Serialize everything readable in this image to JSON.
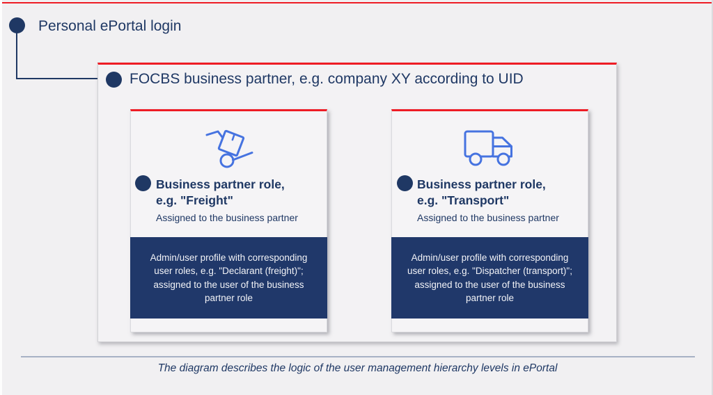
{
  "colors": {
    "navy": "#1f3864",
    "red_accent": "#ee1c25",
    "icon_blue": "#4673e0",
    "admin_box_bg": "#20386a",
    "admin_box_text": "#f2f3f7",
    "divider": "#a7b1c5",
    "slide_bg": "#f1f0f2",
    "panel_bg": "#f3f2f4",
    "card_bg": "#f5f4f6"
  },
  "root": {
    "label": "Personal ePortal login"
  },
  "panel": {
    "title": "FOCBS business partner, e.g. company XY according to UID"
  },
  "cards": [
    {
      "icon": "hand-truck-icon",
      "title_lines": [
        "Business partner role,",
        "e.g. \"Freight\""
      ],
      "subtitle": "Assigned to the business partner",
      "admin_lines": [
        "Admin/user profile with corresponding",
        "user roles, e.g. \"Declarant (freight)\";",
        "assigned to the user of the business",
        "partner role"
      ]
    },
    {
      "icon": "truck-icon",
      "title_lines": [
        "Business partner role,",
        "e.g. \"Transport\""
      ],
      "subtitle": "Assigned to the business partner",
      "admin_lines": [
        "Admin/user profile with corresponding",
        "user roles, e.g. \"Dispatcher (transport)\";",
        "assigned to the user of the business",
        "partner role"
      ]
    }
  ],
  "caption": "The diagram describes the logic of the user management hierarchy levels in ePortal"
}
